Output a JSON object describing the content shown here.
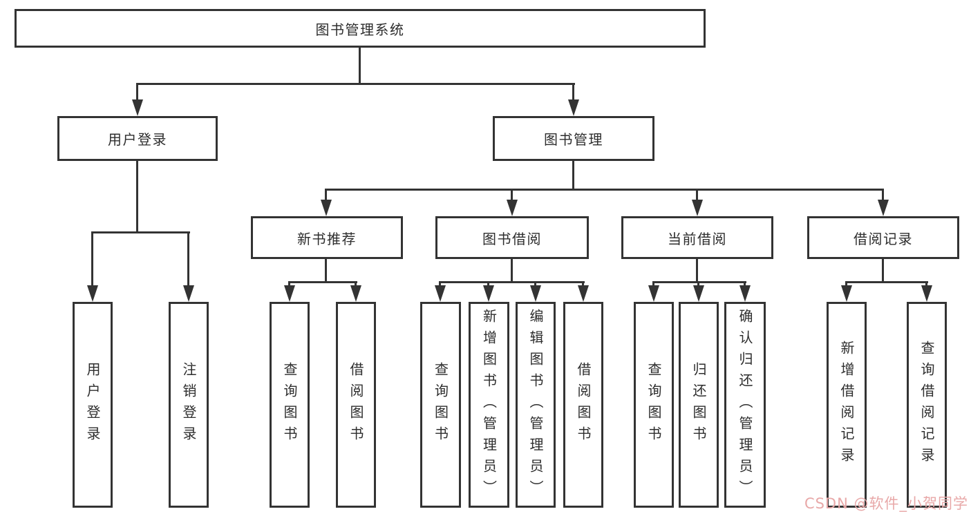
{
  "root_label": "图书管理系统",
  "branches": {
    "login": {
      "label": "用户登录",
      "children": [
        {
          "label": "用户登录"
        },
        {
          "label": "注销登录"
        }
      ]
    },
    "management": {
      "label": "图书管理",
      "sections": [
        {
          "label": "新书推荐",
          "children": [
            {
              "label": "查询图书"
            },
            {
              "label": "借阅图书"
            }
          ]
        },
        {
          "label": "图书借阅",
          "children": [
            {
              "label": "查询图书"
            },
            {
              "label": "新增图书（管理员）"
            },
            {
              "label": "编辑图书（管理员）"
            },
            {
              "label": "借阅图书"
            }
          ]
        },
        {
          "label": "当前借阅",
          "children": [
            {
              "label": "查询图书"
            },
            {
              "label": "归还图书"
            },
            {
              "label": "确认归还（管理员）"
            }
          ]
        },
        {
          "label": "借阅记录",
          "children": [
            {
              "label": "新增借阅记录"
            },
            {
              "label": "查询借阅记录"
            }
          ]
        }
      ]
    }
  },
  "watermark": "CSDN @软件_小贺同学",
  "colors": {
    "line": "#333333",
    "text": "#2d2d2d",
    "watermark": "#e8a8a8",
    "background": "#ffffff"
  }
}
